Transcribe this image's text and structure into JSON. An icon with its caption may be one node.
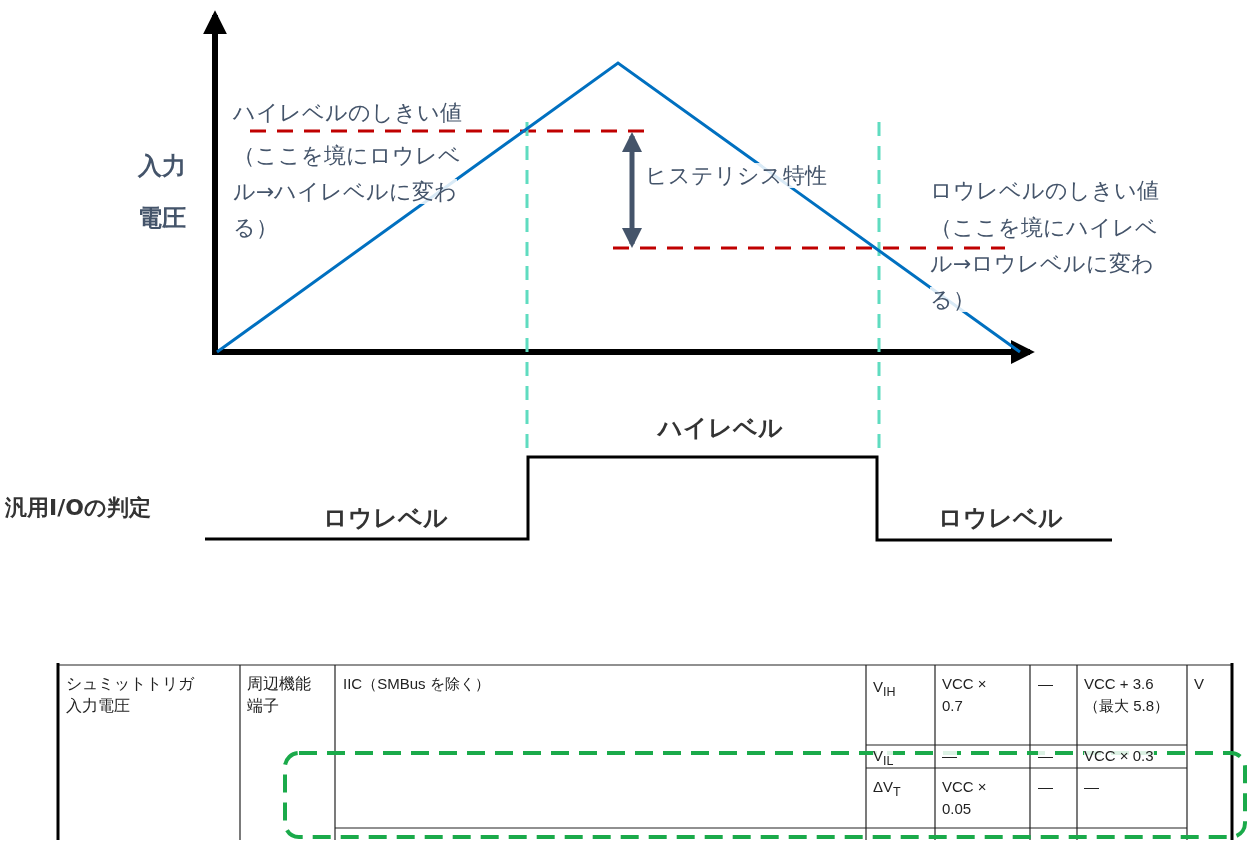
{
  "diagram": {
    "labels": [
      "入力電圧",
      "ハイレベルのしきい値",
      "（ここを境にロウレベル→ハイレベルに変わる）",
      "ヒステリシス特性",
      "ロウレベルのしきい値",
      "（ここを境にハイレベル→ロウレベルに変わる）",
      "ハイレベル",
      "汎用I/Oの判定",
      "ロウレベル",
      "ロウレベル",
      "シュミットトリガ入力電圧",
      "周辺機能端子",
      "IIC（SMBus を除く）",
      "V$_{IH}$",
      "VCC × 0.7",
      "—",
      "VCC + 3.6（最大 5.8）",
      "V",
      "V$_{IL}$",
      "—",
      "—",
      "VCC × 0.3",
      "ΔV$_{T}$",
      "VCC × 0.05",
      "—",
      "—"
    ]
  }
}
